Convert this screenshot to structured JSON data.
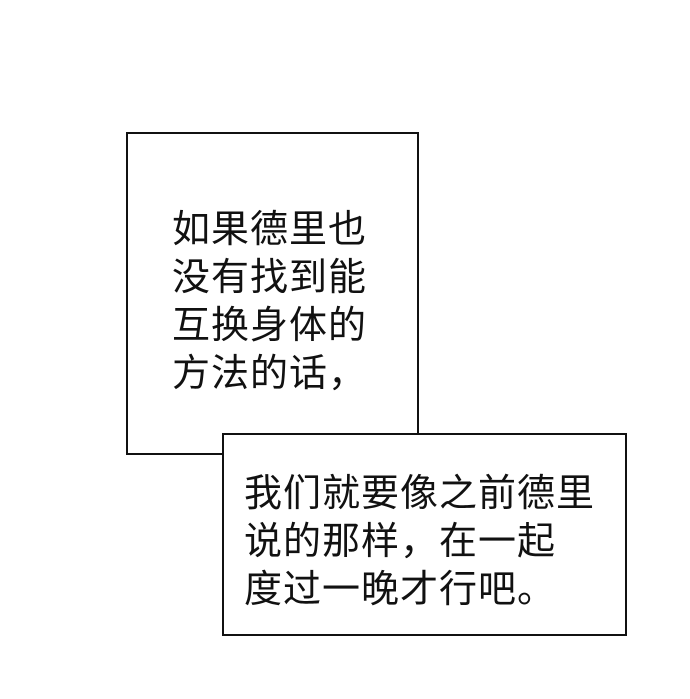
{
  "colors": {
    "background": "#ffffff",
    "border": "#111111",
    "text": "#111111"
  },
  "panels": [
    {
      "lines": [
        "如果德里也",
        "没有找到能",
        "互换身体的",
        "方法的话，"
      ]
    },
    {
      "lines": [
        "我们就要像之前德里",
        "说的那样，在一起",
        "度过一晚才行吧。"
      ]
    }
  ]
}
